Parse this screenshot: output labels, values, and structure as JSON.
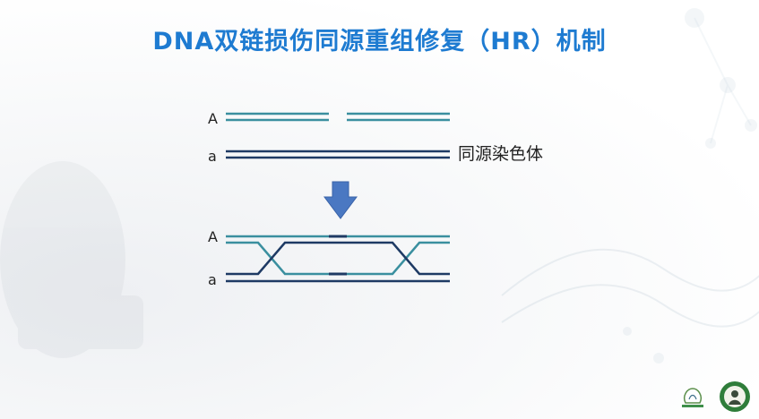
{
  "slide": {
    "title": "DNA双链损伤同源重组修复（HR）机制"
  },
  "diagram": {
    "top": {
      "strand_A_label": "A",
      "strand_a_label": "a",
      "chromosome_label": "同源染色体"
    },
    "bottom": {
      "strand_A_label": "A",
      "strand_a_label": "a"
    },
    "colors": {
      "strand_A": "#3a8f9f",
      "strand_a": "#1e3a64",
      "arrow": "#4a78c2",
      "title": "#1e7bd1"
    },
    "icons": [
      "down-arrow-icon"
    ]
  },
  "footer": {
    "logos": [
      "csmbmb-logo",
      "society-seal-logo"
    ]
  }
}
